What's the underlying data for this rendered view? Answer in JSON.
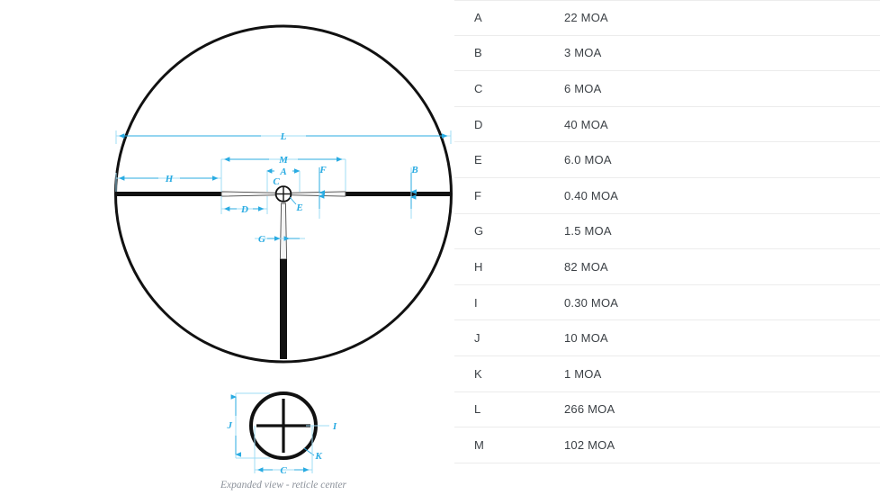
{
  "diagram": {
    "title_caption": "Expanded view - reticle center",
    "accent_color": "#29ABE2",
    "reticle_color": "#000000",
    "labels": {
      "A": "A",
      "B": "B",
      "C": "C",
      "D": "D",
      "E": "E",
      "F": "F",
      "G": "G",
      "H": "H",
      "I": "I",
      "J": "J",
      "K": "K",
      "L": "L",
      "M": "M",
      "C2": "C"
    }
  },
  "spec_table": {
    "rows": [
      {
        "key": "A",
        "value": "22 MOA"
      },
      {
        "key": "B",
        "value": "3 MOA"
      },
      {
        "key": "C",
        "value": "6 MOA"
      },
      {
        "key": "D",
        "value": "40 MOA"
      },
      {
        "key": "E",
        "value": "6.0 MOA"
      },
      {
        "key": "F",
        "value": "0.40 MOA"
      },
      {
        "key": "G",
        "value": "1.5 MOA"
      },
      {
        "key": "H",
        "value": "82 MOA"
      },
      {
        "key": "I",
        "value": "0.30 MOA"
      },
      {
        "key": "J",
        "value": "10 MOA"
      },
      {
        "key": "K",
        "value": "1 MOA"
      },
      {
        "key": "L",
        "value": "266 MOA"
      },
      {
        "key": "M",
        "value": "102 MOA"
      }
    ]
  }
}
